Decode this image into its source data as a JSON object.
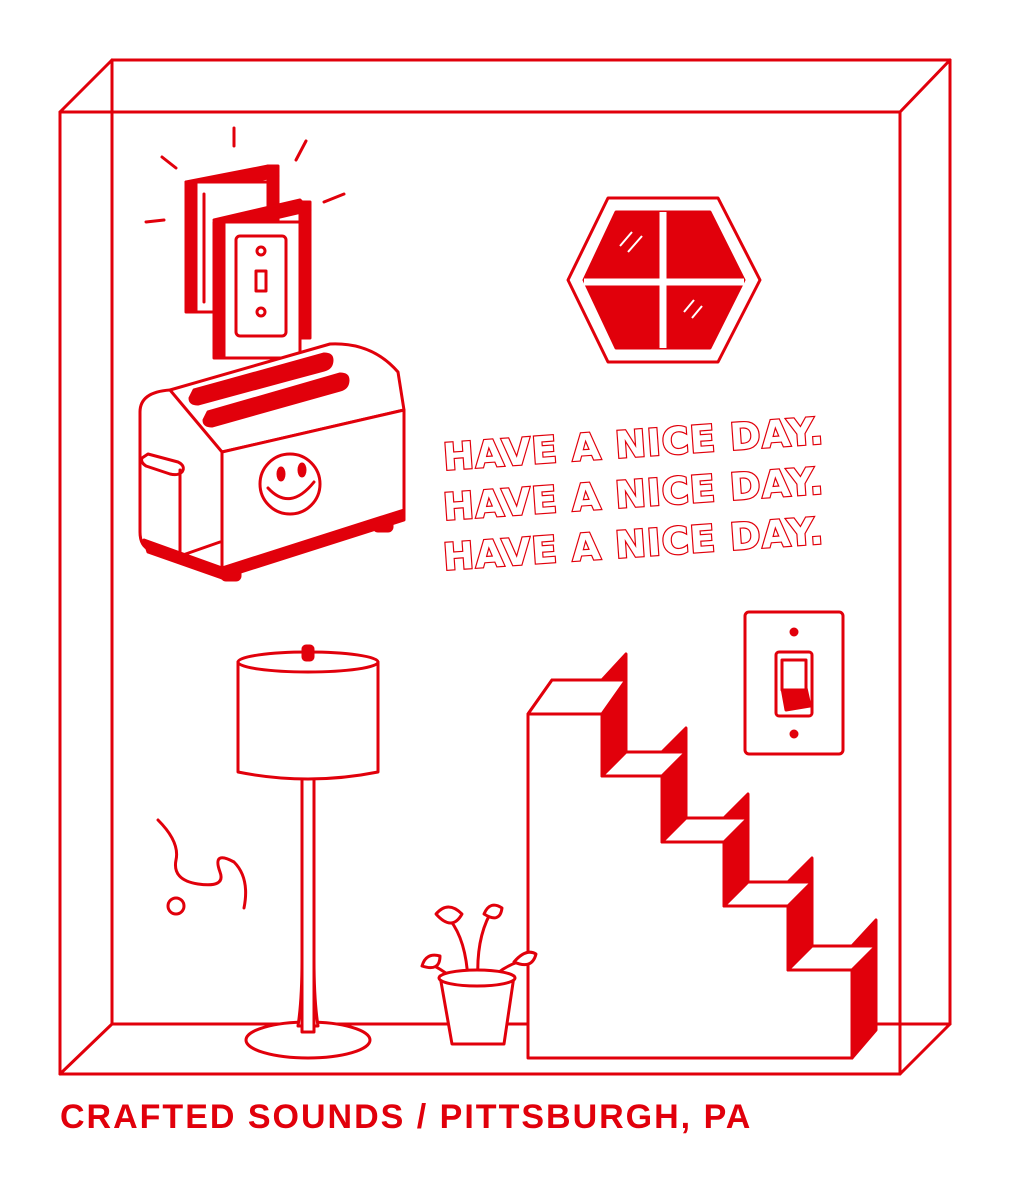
{
  "poster": {
    "slogan_lines": [
      "HAVE A NICE DAY.",
      "HAVE A NICE DAY.",
      "HAVE A NICE DAY."
    ],
    "caption": "CRAFTED SOUNDS / PITTSBURGH, PA"
  },
  "colors": {
    "ink": "#e1000b",
    "background": "#ffffff"
  },
  "icons": [
    "glass-box-outline",
    "cassette-tape-icon",
    "toaster-icon",
    "smiley-face-icon",
    "hexagon-window-icon",
    "light-switch-icon",
    "floor-lamp-icon",
    "staircase-icon",
    "potted-plant-icon",
    "squiggle-line-icon",
    "small-circle-icon"
  ]
}
